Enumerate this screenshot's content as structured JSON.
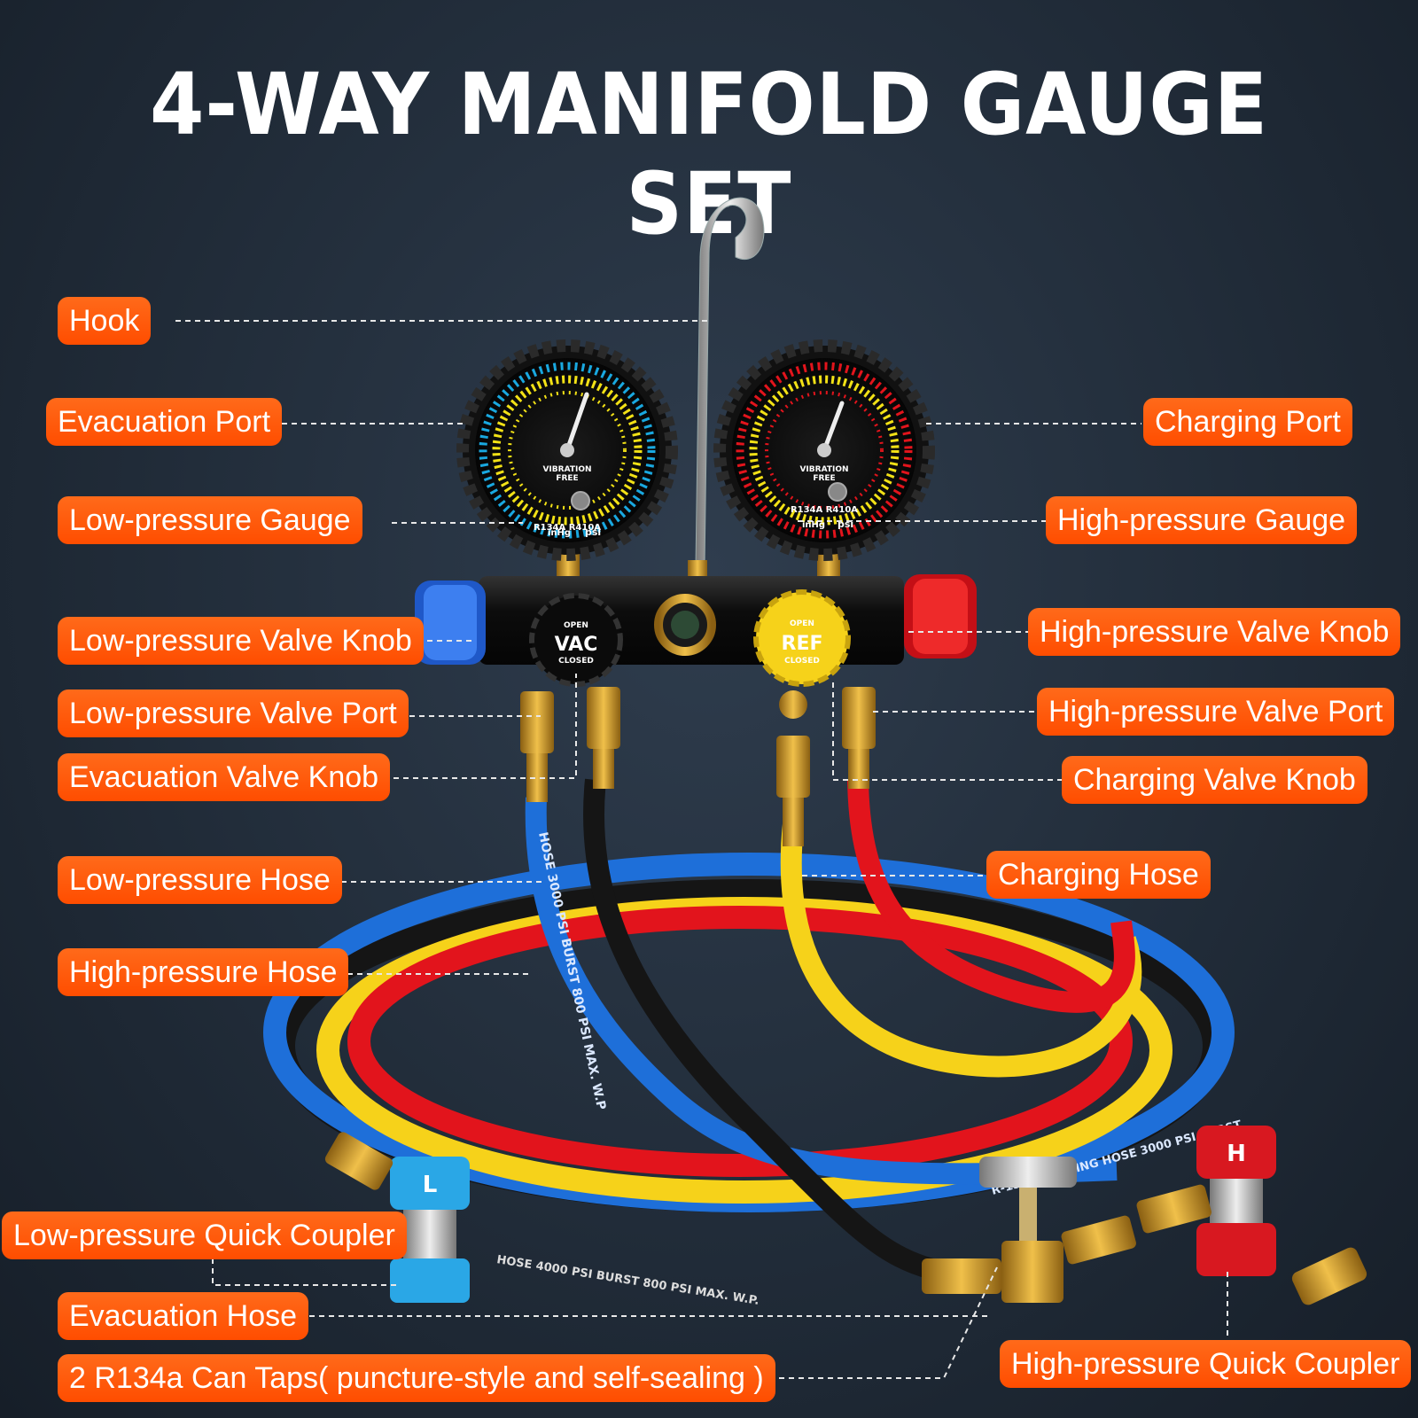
{
  "title": "4-WAY MANIFOLD GAUGE SET",
  "colors": {
    "accent_orange": "#ff5a0a",
    "hose_blue": "#1e6fd9",
    "hose_red": "#e2141c",
    "hose_yellow": "#f6d21a",
    "hose_black": "#151515",
    "brass": "#d4a02a"
  },
  "gauges": {
    "low": {
      "unit_psi": "psi",
      "unit_inhg": "inHg",
      "brand_line1": "VIBRATION",
      "brand_line2": "FREE",
      "refrigerants": "R134A R410A"
    },
    "high": {
      "unit_psi": "psi",
      "unit_inhg": "inHg",
      "brand_line1": "VIBRATION",
      "brand_line2": "FREE",
      "refrigerants": "R134A R410A"
    }
  },
  "knobs": {
    "vac": {
      "top": "OPEN",
      "label": "VAC",
      "bottom": "CLOSED"
    },
    "ref": {
      "top": "OPEN",
      "label": "REF",
      "bottom": "CLOSED"
    }
  },
  "hose_print": {
    "low": "HOSE 3000 PSI BURST 800 PSI MAX. W.P",
    "bottom": "HOSE 4000 PSI BURST 800 PSI MAX. W.P.",
    "right": "R-134 CHARGING HOSE 3000 PSI BURST"
  },
  "couplers": {
    "low_letter": "L",
    "high_letter": "H"
  },
  "callouts": {
    "hook": "Hook",
    "evacuation_port": "Evacuation Port",
    "low_pressure_gauge": "Low-pressure Gauge",
    "low_pressure_valve_knob": "Low-pressure Valve Knob",
    "low_pressure_valve_port": "Low-pressure Valve Port",
    "evacuation_valve_knob": "Evacuation Valve Knob",
    "low_pressure_hose": "Low-pressure Hose",
    "high_pressure_hose": "High-pressure Hose",
    "low_pressure_quick_coupler": "Low-pressure Quick Coupler",
    "evacuation_hose": "Evacuation Hose",
    "can_taps": "2 R134a Can Taps( puncture-style and self-sealing )",
    "charging_port": "Charging Port",
    "high_pressure_gauge": "High-pressure Gauge",
    "high_pressure_valve_knob": "High-pressure Valve Knob",
    "high_pressure_valve_port": "High-pressure Valve Port",
    "charging_valve_knob": "Charging Valve Knob",
    "charging_hose": "Charging Hose",
    "high_pressure_quick_coupler": "High-pressure Quick Coupler"
  }
}
